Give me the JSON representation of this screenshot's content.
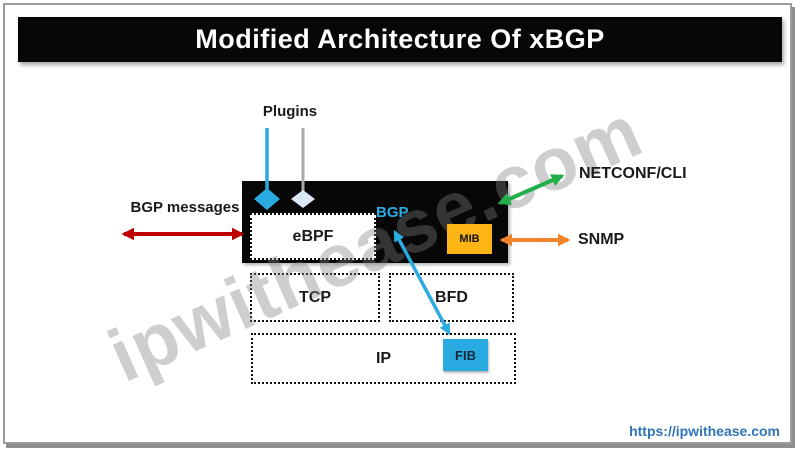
{
  "title": "Modified Architecture Of xBGP",
  "watermark": "ipwithease.com",
  "footer": {
    "url_text": "https://ipwithease.com"
  },
  "labels": {
    "plugins": "Plugins",
    "bgp_messages": "BGP messages",
    "netconf_cli": "NETCONF/CLI",
    "snmp": "SNMP",
    "bgp": "BGP"
  },
  "boxes": {
    "ebpf": "eBPF",
    "mib": "MIB",
    "tcp": "TCP",
    "bfd": "BFD",
    "ip": "IP",
    "fib": "FIB"
  },
  "colors": {
    "accent_blue": "#29ABE2",
    "diamond_light": "#DBE8F6",
    "red": "#BE0000",
    "green": "#21AF4B",
    "orange": "#F0862B",
    "amber": "#FDB515",
    "black_box": "#070707",
    "link_blue": "#2E75B6"
  }
}
